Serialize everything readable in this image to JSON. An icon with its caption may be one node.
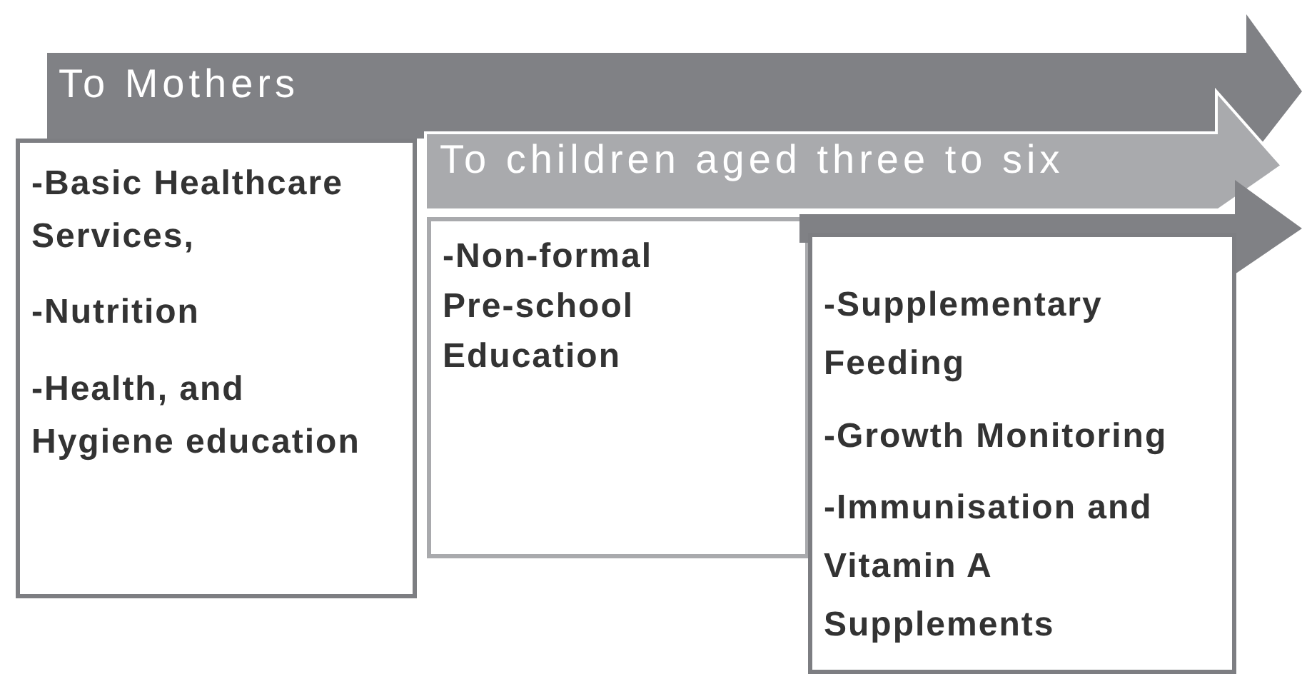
{
  "diagram": {
    "nodes": [
      {
        "text": [
          "To Mothers"
        ]
      },
      {
        "text": [
          "-Basic Healthcare Services,",
          "-Nutrition",
          "-Health, and Hygiene education"
        ]
      },
      {
        "text": [
          "To children aged three to six"
        ]
      },
      {
        "text": [
          "-Non-formal Pre-school Education"
        ]
      },
      {
        "text": [],
        "shape": "arrow"
      },
      {
        "text": [
          "-Supplementary Feeding",
          "-Growth Monitoring",
          "-Immunisation and Vitamin A Supplements"
        ]
      }
    ]
  }
}
